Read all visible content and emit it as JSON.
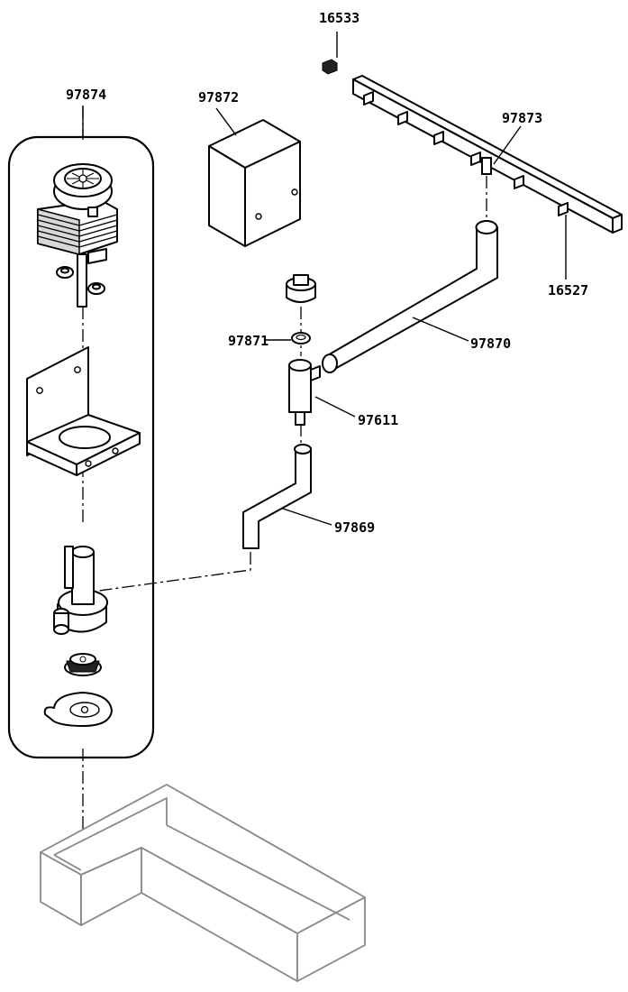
{
  "diagram": {
    "labels": {
      "p16533": "16533",
      "p97874": "97874",
      "p97872": "97872",
      "p97873": "97873",
      "p16527": "16527",
      "p97870": "97870",
      "p97871": "97871",
      "p97611": "97611",
      "p97869": "97869"
    }
  }
}
